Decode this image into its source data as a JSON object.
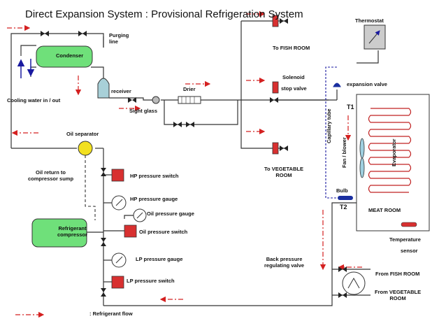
{
  "title": "Direct Expansion System : Provisional Refrigeration System",
  "labels": {
    "thermostat": "Thermostat",
    "purging_line": "Purging\nline",
    "condenser": "Condenser",
    "to_fish_room": "To FISH ROOM",
    "solenoid_stop_valve_1": "Solenoid",
    "solenoid_stop_valve_2": "stop  valve",
    "expansion_valve": "expansion valve",
    "receiver": "receiver",
    "drier": "Drier",
    "cooling_water": "Cooling water in / out",
    "sight_glass": "Sight glass",
    "t1": "T1",
    "oil_separator": "Oil separator",
    "capillary_tube": "Capillary  tube",
    "fan_blower": "Fan / blower",
    "evaporator": "Evaporator",
    "to_vegetable_room": "To VEGETABLE\nROOM",
    "oil_return": "Oil return to\ncompressor sump",
    "hp_pressure_switch": "HP pressure switch",
    "hp_pressure_gauge": "HP pressure gauge",
    "bulb": "Bulb",
    "t2": "T2",
    "oil_pressure_gauge": "Oil pressure gauge",
    "meat_room": "MEAT ROOM",
    "refrigerant_compressor": "Refrigerant\ncompressor",
    "oil_pressure_switch": "Oil pressure switch",
    "temperature_sensor_1": "Temperature",
    "temperature_sensor_2": "sensor",
    "back_pressure_valve": "Back pressure\nregulating valve",
    "lp_pressure_gauge": "LP pressure gauge",
    "from_fish_room": "From FISH ROOM",
    "lp_pressure_switch": "LP pressure switch",
    "from_vegetable_room": "From VEGETABLE\nROOM",
    "legend": ": Refrigerant  flow"
  },
  "colors": {
    "line": "#333333",
    "flow": "#d42020",
    "condenser_fill": "#6fe07a",
    "switch_fill": "#d83030",
    "oil_separator_fill": "#f2e020",
    "receiver_fill": "#a8d0d8",
    "bulb_fill": "#1a2fa0",
    "capillary": "#1a1aa0",
    "evaporator_coil": "#c02020",
    "fan_fill": "#9fd0e0"
  }
}
